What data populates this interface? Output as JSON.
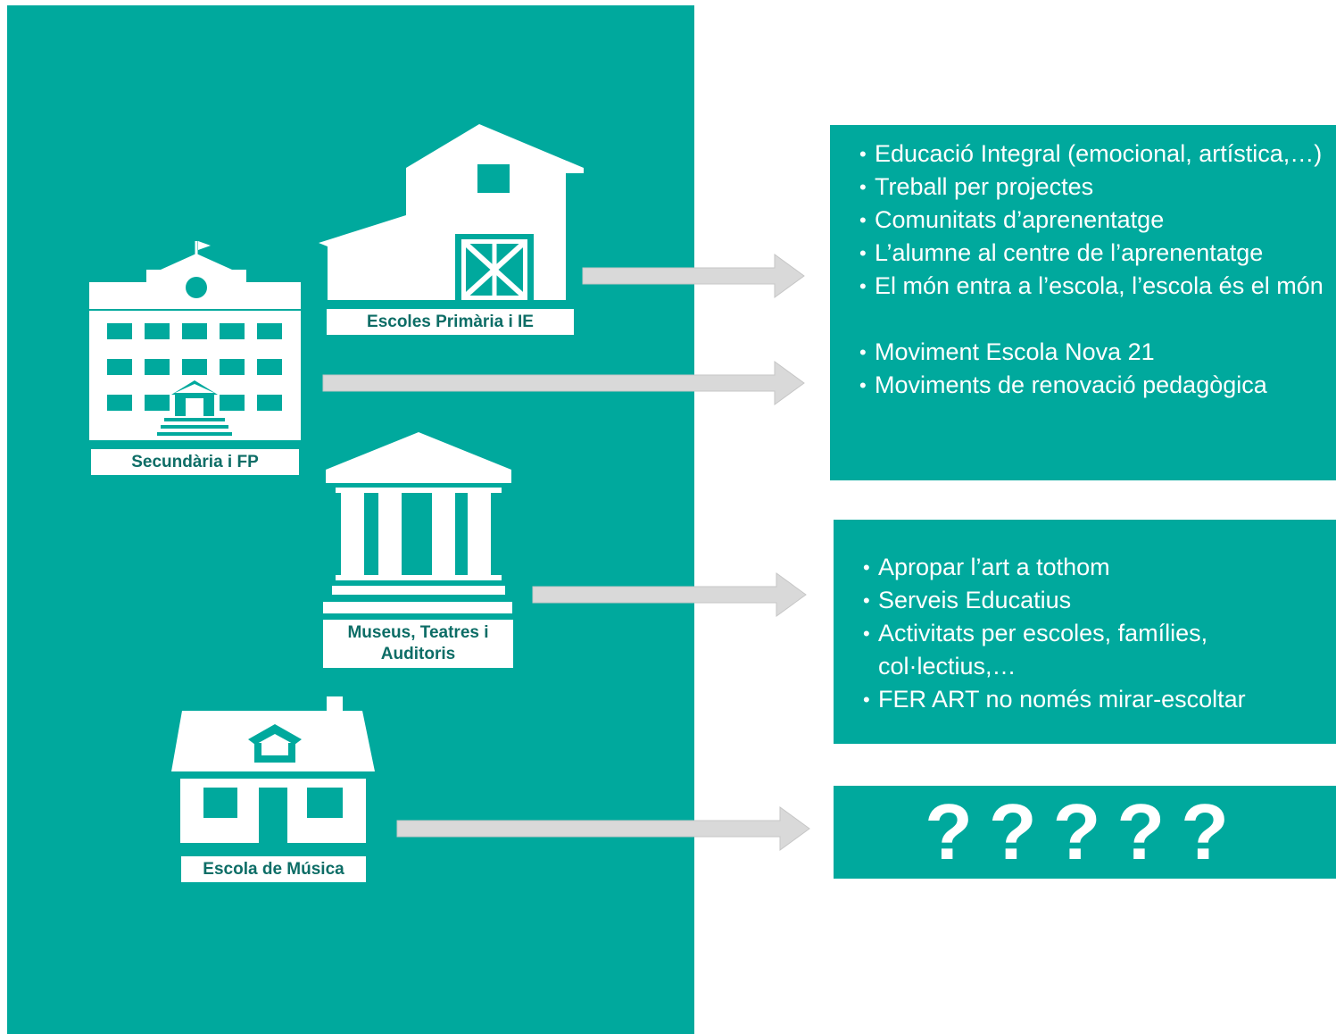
{
  "colors": {
    "teal": "#00a99d",
    "label_text": "#0d6d66",
    "arrow": "#d9d9d9",
    "white": "#ffffff"
  },
  "institutions": {
    "primaria": {
      "icon": "barn-icon",
      "label": "Escoles Primària i IE"
    },
    "secundaria": {
      "icon": "school-building-icon",
      "label": "Secundària i FP"
    },
    "museus": {
      "icon": "museum-icon",
      "label": "Museus, Teatres i Auditoris"
    },
    "musica": {
      "icon": "house-icon",
      "label": "Escola de Música"
    }
  },
  "boxes": {
    "schools": {
      "items": [
        "Educació Integral (emocional, artística,…)",
        "Treball per projectes",
        "Comunitats d’aprenentatge",
        "L’alumne al centre de l’aprenentatge",
        "El món entra a l’escola, l’escola és el món",
        "",
        "Moviment Escola Nova 21",
        "Moviments de renovació pedagògica"
      ]
    },
    "museums": {
      "items": [
        "Apropar l’art a tothom",
        "Serveis Educatius",
        "Activitats per escoles, famílies, col·lectius,…",
        "FER ART no només mirar-escoltar"
      ]
    },
    "music": {
      "text": "?????"
    }
  }
}
